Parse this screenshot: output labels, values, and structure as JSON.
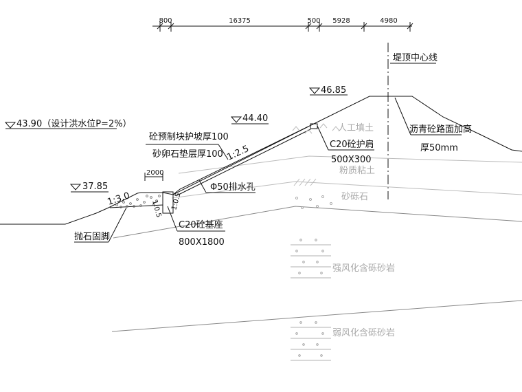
{
  "dimensions": [
    "800",
    "16375",
    "500",
    "5928",
    "4980"
  ],
  "centerline_label": "堤顶中心线",
  "elevations": {
    "flood_level": "43.90（设计洪水位P=2%）",
    "crest": "46.85",
    "berm": "44.40",
    "toe": "37.85"
  },
  "slopes": {
    "upper": "1:2.5",
    "lower": "1:3.0",
    "base_left": "1:0.5",
    "base_right": "1:0.5"
  },
  "labels": {
    "revetment_line1": "砼预制块护坡厚100",
    "revetment_line2": "砂卵石垫层厚100",
    "shoulder_line1": "C20砼护肩",
    "shoulder_line2": "500X300",
    "drain_hole": "Φ50排水孔",
    "base_line1": "C20砼基座",
    "base_line2": "800X1800",
    "base_width": "2000",
    "riprap": "抛石固脚",
    "pavement_line1": "沥青砼路面加高",
    "pavement_line2": "厚50mm"
  },
  "layers": {
    "fill": "人工填土",
    "silty_clay": "粉质粘土",
    "gravel": "砂砾石",
    "strong_weathered": "强风化含砾砂岩",
    "weak_weathered": "弱风化含砾砂岩"
  }
}
